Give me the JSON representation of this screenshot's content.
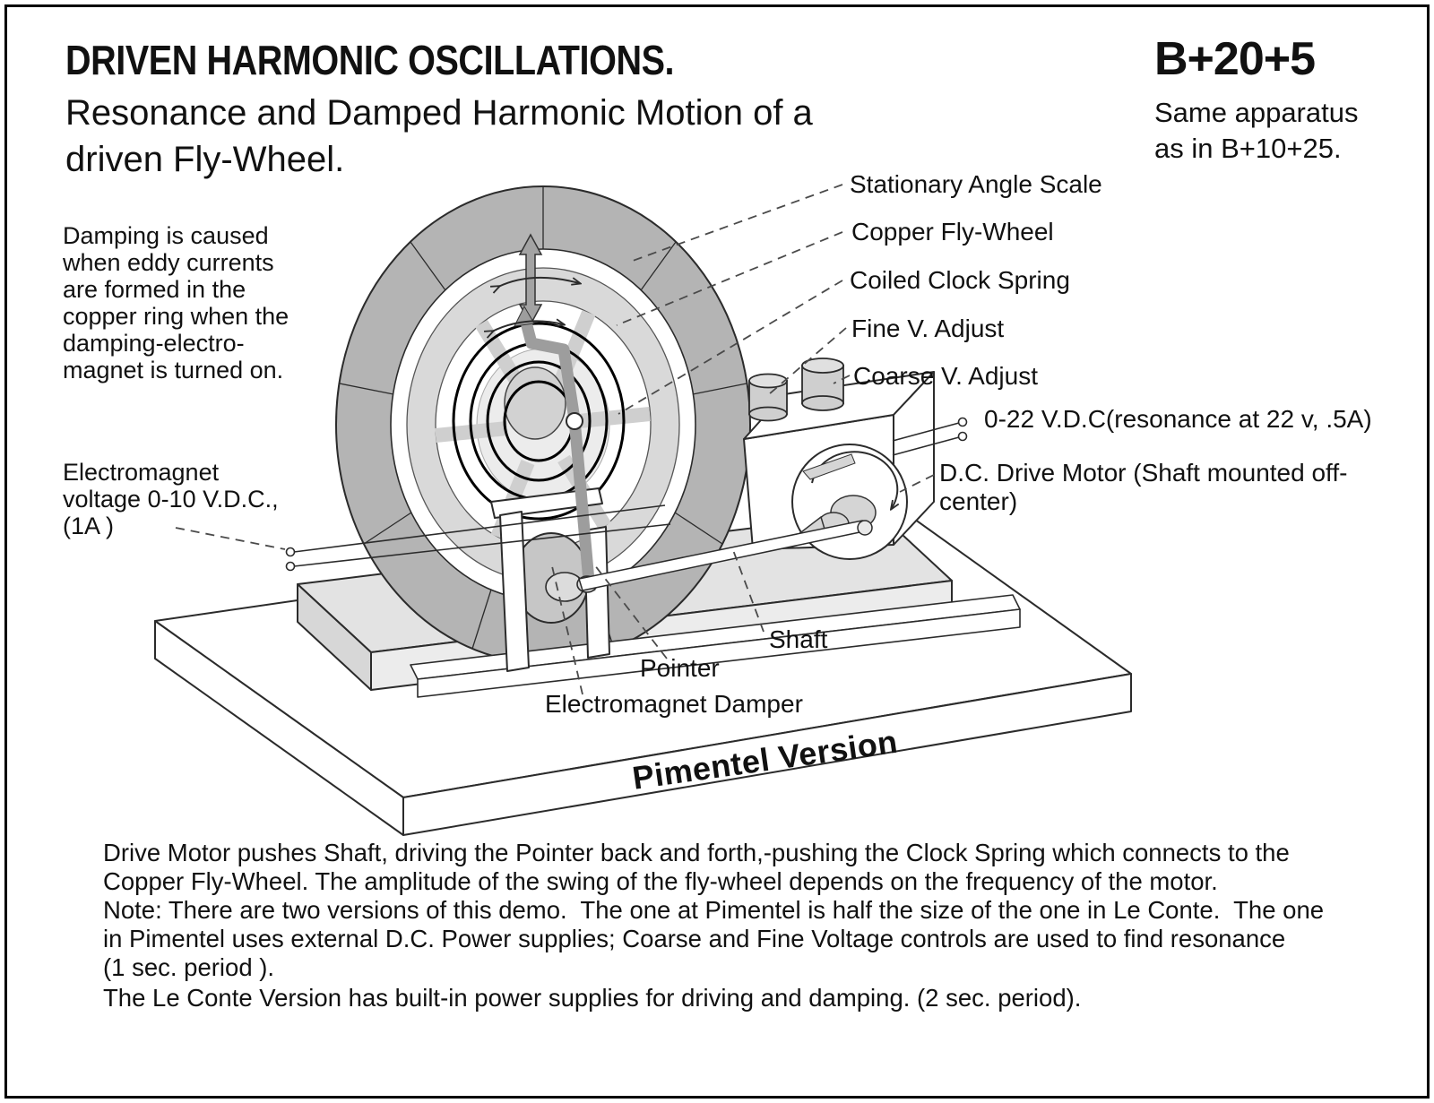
{
  "header": {
    "title": "DRIVEN HARMONIC OSCILLATIONS.",
    "code": "B+20+5",
    "subtitle": "Resonance and Damped Harmonic Motion of a\ndriven Fly-Wheel.",
    "apparatus_note": "Same apparatus\nas in B+10+25."
  },
  "side_notes": {
    "damping": "Damping is caused\nwhen eddy currents\nare formed in the\ncopper ring when the\ndamping-electro-\nmagnet is turned on.",
    "electromagnet_voltage": "Electromagnet\nvoltage 0-10 V.D.C.,\n(1A )"
  },
  "diagram_labels": {
    "stationary_angle_scale": "Stationary Angle Scale",
    "copper_fly_wheel": "Copper Fly-Wheel",
    "coiled_clock_spring": "Coiled Clock Spring",
    "fine_v_adjust": "Fine V. Adjust",
    "coarse_v_adjust": "Coarse V. Adjust",
    "supply_0_22": "0-22 V.D.C(resonance at 22 v, .5A)",
    "dc_drive_motor": "D.C. Drive Motor (Shaft mounted off-\ncenter)",
    "shaft": "Shaft",
    "pointer": "Pointer",
    "electromagnet_damper": "Electromagnet Damper",
    "version_caption": "Pimentel Version"
  },
  "footer": {
    "para1": "Drive Motor pushes Shaft, driving the Pointer back and forth,-pushing the Clock Spring which connects to the\nCopper Fly-Wheel. The amplitude of the swing of the fly-wheel depends on the frequency of the motor.",
    "para2": "Note: There are two versions of this demo.  The one at Pimentel is half the size of the one in Le Conte.  The one\nin Pimentel uses external D.C. Power supplies; Coarse and Fine Voltage controls are used to find resonance\n(1 sec. period ).",
    "para3": "The Le Conte Version has built-in power supplies for driving and damping. (2 sec. period)."
  },
  "colors": {
    "outer_ring": "#b4b4b4",
    "rim": "#d9d9d9",
    "slab_top": "#e3e3e3",
    "metal": "#cfcfcf",
    "pointer_arm": "#9d9d9d",
    "ink": "#111111"
  }
}
